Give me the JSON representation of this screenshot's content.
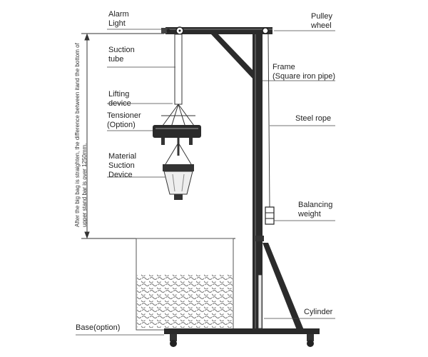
{
  "labels": {
    "alarm_light": [
      "Alarm",
      "Light"
    ],
    "suction_tube": [
      "Suction",
      "tube"
    ],
    "lifting_device": [
      "Lifting",
      "device"
    ],
    "tensioner": [
      "Tensioner",
      "(Option)"
    ],
    "material_suction_device": [
      "Material",
      "Suction",
      "Device"
    ],
    "pulley_wheel": [
      "Pulley",
      "wheel"
    ],
    "frame": [
      "Frame",
      "(Square iron pipe)"
    ],
    "steel_rope": "Steel rope",
    "balancing_weight": [
      "Balancing",
      "weight"
    ],
    "cylinder": "Cylinder",
    "base_option": "Base(option)"
  },
  "dimension_note": [
    "After the big bag is straighten, the difference between it",
    "and the bottom of upper stand bar is over 1250mm."
  ]
}
